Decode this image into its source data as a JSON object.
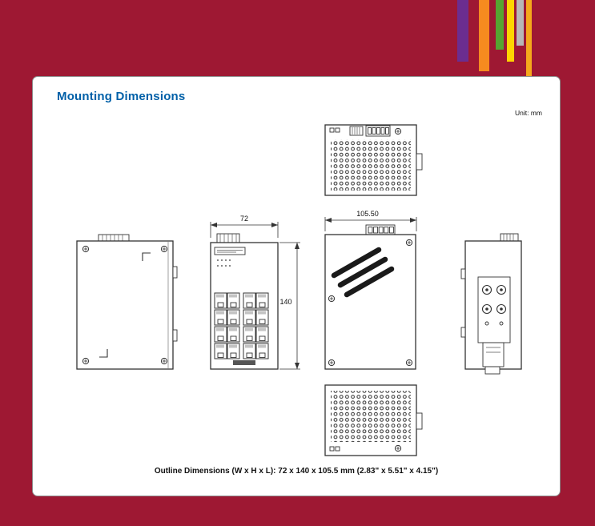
{
  "page": {
    "title": "Mounting Dimensions",
    "unit_label": "Unit: mm",
    "caption": "Outline Dimensions (W x H x L): 72 x 140 x 105.5 mm (2.83\" x 5.51\" x 4.15\")"
  },
  "dimensions": {
    "width_mm": "72",
    "depth_mm": "105.50",
    "height_mm": "140"
  },
  "colors": {
    "page_background": "#9E1833",
    "title_blue": "#0060A8",
    "stripes": [
      "#6B2D90",
      "#F68B1F",
      "#56A531",
      "#FFD400",
      "#B7B7B7",
      "#F5A81C"
    ]
  }
}
